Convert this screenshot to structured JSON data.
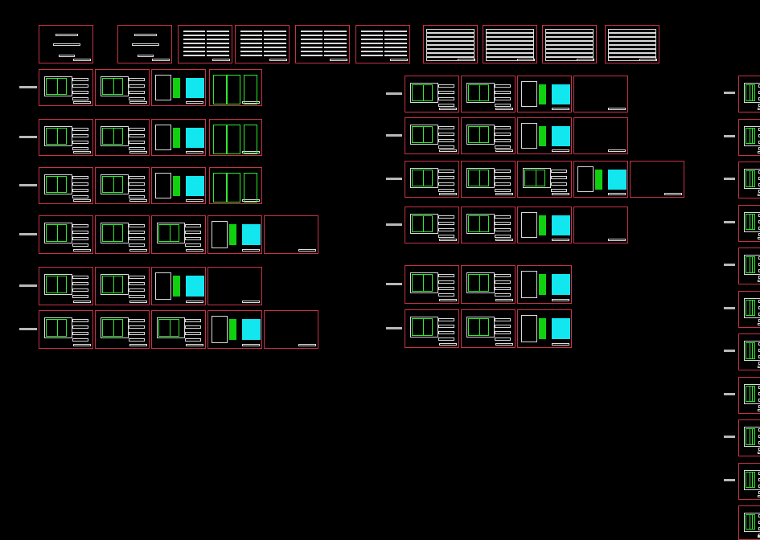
{
  "viewer": {
    "background": "#000000",
    "frame_color": "#c8324a",
    "line_color": "#d8d8d8",
    "green_color": "#2ee82e",
    "cyan_color": "#12e6ee"
  },
  "sheet_kinds": [
    "cover",
    "index",
    "notes",
    "schematic",
    "panel-layout",
    "blank",
    "table"
  ]
}
